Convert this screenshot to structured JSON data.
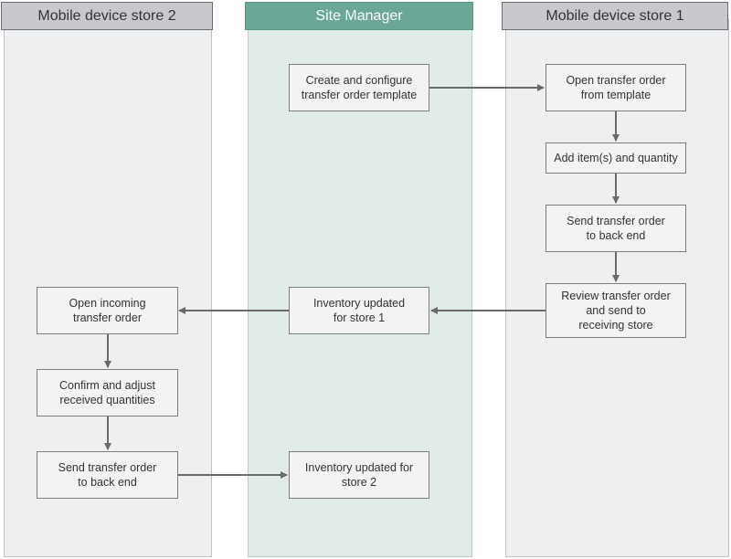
{
  "lanes": {
    "store2": {
      "title": "Mobile device store 2"
    },
    "site_manager": {
      "title": "Site Manager"
    },
    "store1": {
      "title": "Mobile device store 1"
    }
  },
  "steps": {
    "create_template": "Create and configure\ntransfer order template",
    "open_from_template": "Open transfer order\nfrom template",
    "add_items": "Add item(s) and quantity",
    "send_store1": "Send transfer order\nto back end",
    "review_send": "Review transfer order\nand send to\nreceiving store",
    "inventory_store1": "Inventory updated\nfor store 1",
    "open_incoming": "Open incoming\ntransfer order",
    "confirm_adjust": "Confirm and adjust\nreceived quantities",
    "send_store2": "Send transfer order\nto back end",
    "inventory_store2": "Inventory updated for\nstore 2"
  }
}
